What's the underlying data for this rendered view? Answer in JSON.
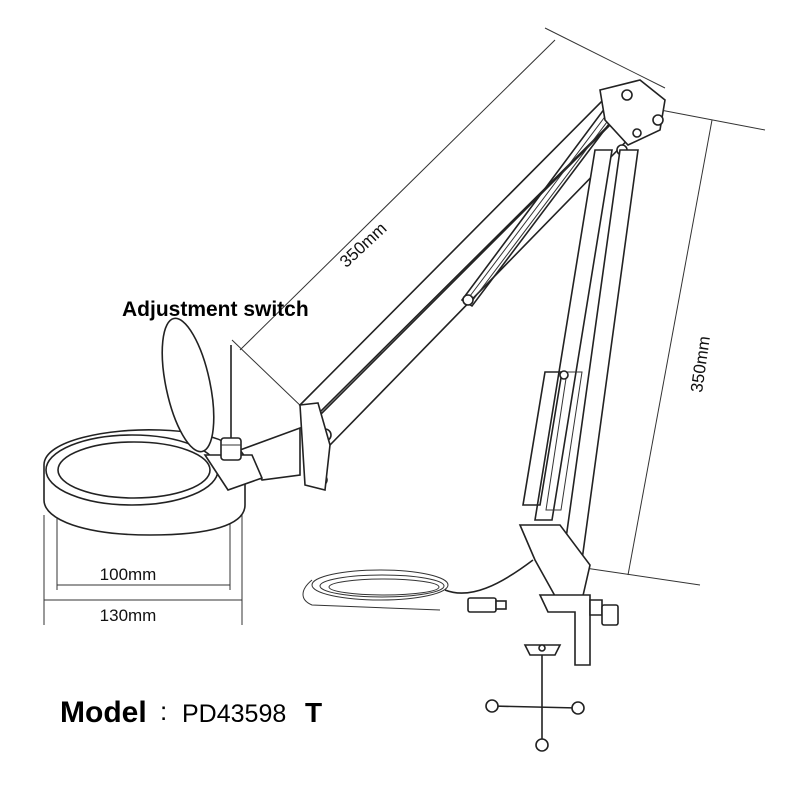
{
  "labels": {
    "adjustment_switch": "Adjustment switch",
    "arm_length": "350mm",
    "arm_height": "350mm",
    "lens_inner": "100mm",
    "lens_outer": "130mm"
  },
  "model": {
    "label": "Model",
    "separator": ":",
    "number": "PD43598",
    "suffix": "T"
  }
}
